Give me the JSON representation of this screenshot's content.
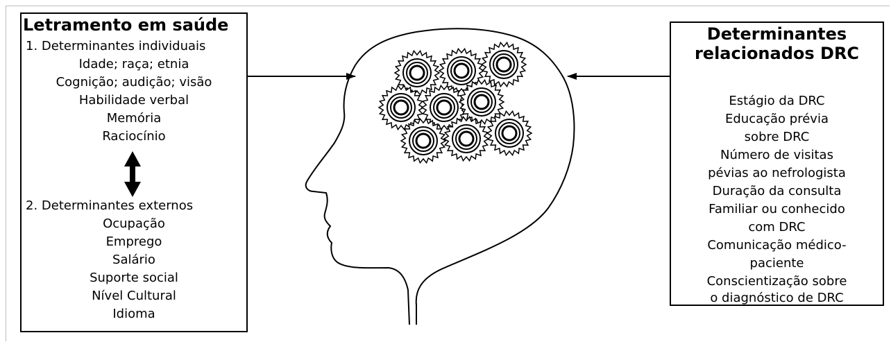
{
  "left_panel": {
    "title": "Letramento em saúde",
    "group1_heading": "1. Determinantes individuais",
    "group1_items": [
      "Idade; raça; etnia",
      "Cognição; audição; visão",
      "Habilidade verbal",
      "Memória",
      "Raciocínio"
    ],
    "group2_heading": "2. Determinantes externos",
    "group2_items": [
      "Ocupação",
      "Emprego",
      "Salário",
      "Suporte social",
      "Nível Cultural",
      "Idioma"
    ]
  },
  "right_panel": {
    "title_line1": "Determinantes",
    "title_line2": "relacionados DRC",
    "items": [
      "Estágio da DRC",
      "Educação prévia",
      "sobre DRC",
      "Número de visitas",
      "pévias ao nefrologista",
      "Duração da consulta",
      "Familiar ou conhecido",
      "com DRC",
      "Comunicação médico-",
      "paciente",
      "Conscientização sobre",
      "o diagnóstico de DRC"
    ]
  },
  "icons": {
    "head": "head-silhouette-icon",
    "gears": "gear-icon",
    "double_arrow": "double-arrow-vertical-icon"
  }
}
